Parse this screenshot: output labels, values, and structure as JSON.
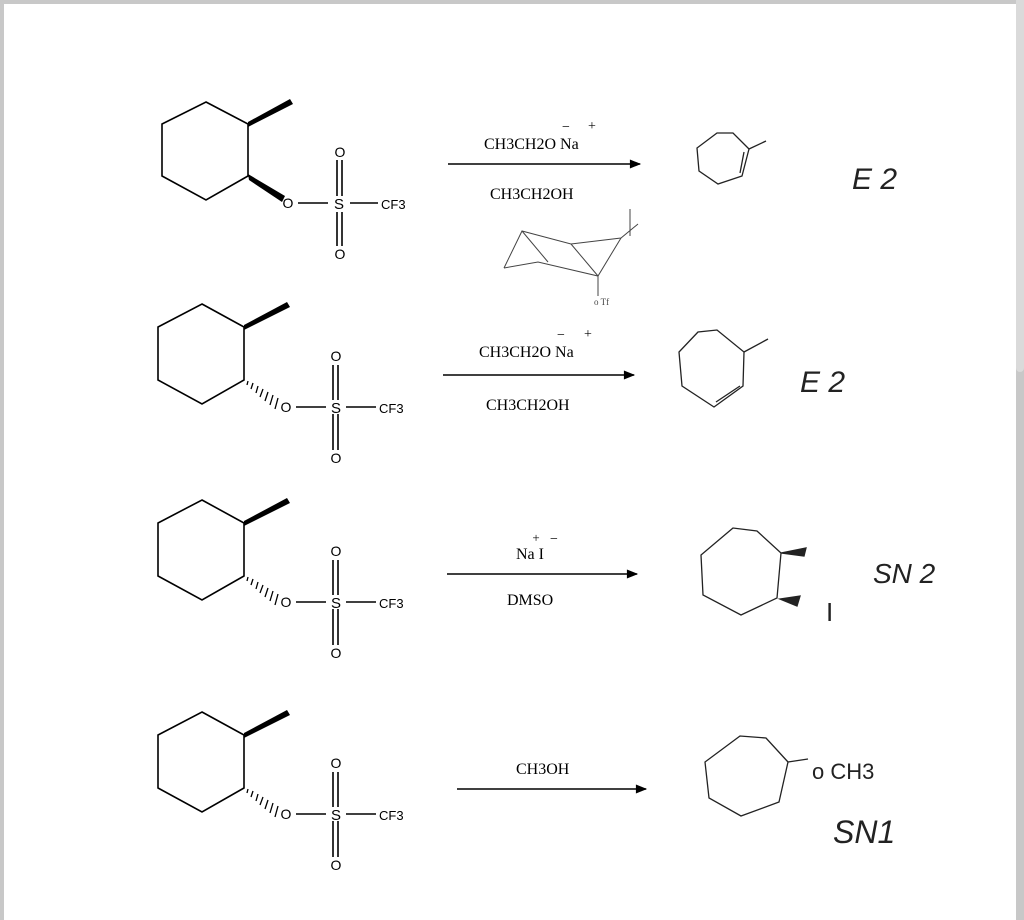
{
  "reactions": [
    {
      "leaving_group": {
        "oxygen": "O",
        "sulfur": "S",
        "top_oxygen": "O",
        "bottom_oxygen": "O",
        "cf3": "CF3"
      },
      "reagent": "CH3CH2O Na",
      "charges": {
        "minus": "−",
        "plus": "+"
      },
      "solvent": "CH3CH2OH",
      "answer": "E 2",
      "chair_note": "o Tf"
    },
    {
      "leaving_group": {
        "oxygen": "O",
        "sulfur": "S",
        "top_oxygen": "O",
        "bottom_oxygen": "O",
        "cf3": "CF3"
      },
      "reagent": "CH3CH2O Na",
      "charges": {
        "minus": "−",
        "plus": "+"
      },
      "solvent": "CH3CH2OH",
      "answer": "E 2"
    },
    {
      "leaving_group": {
        "oxygen": "O",
        "sulfur": "S",
        "top_oxygen": "O",
        "bottom_oxygen": "O",
        "cf3": "CF3"
      },
      "reagent": "Na I",
      "charges": {
        "minus": "−",
        "plus": "+"
      },
      "solvent": "DMSO",
      "answer": "SN 2",
      "product_label": "I"
    },
    {
      "leaving_group": {
        "oxygen": "O",
        "sulfur": "S",
        "top_oxygen": "O",
        "bottom_oxygen": "O",
        "cf3": "CF3"
      },
      "reagent": "CH3OH",
      "solvent": "",
      "answer": "SN1",
      "product_label": "o CH3"
    }
  ]
}
